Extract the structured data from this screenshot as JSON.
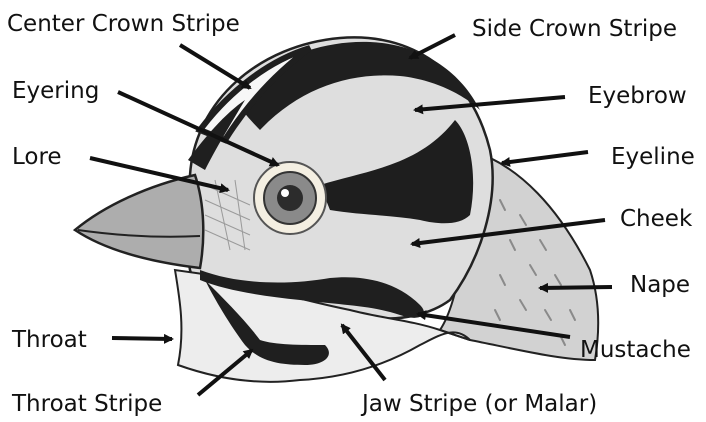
{
  "labels": {
    "center_crown_stripe": "Center Crown Stripe",
    "side_crown_stripe": "Side Crown Stripe",
    "eyering": "Eyering",
    "eyebrow": "Eyebrow",
    "lore": "Lore",
    "eyeline": "Eyeline",
    "cheek": "Cheek",
    "nape": "Nape",
    "throat": "Throat",
    "mustache": "Mustache",
    "throat_stripe": "Throat Stripe",
    "jaw_stripe": "Jaw Stripe (or Malar)"
  },
  "colors": {
    "ink": "#111111",
    "dark_stripe": "#1f1f1f",
    "head_gray": "#dcdcdc",
    "light_gray": "#ebebeb",
    "beak": "#a9a9a9",
    "eyering": "#f4efe2",
    "iris": "#8a8a8a"
  }
}
